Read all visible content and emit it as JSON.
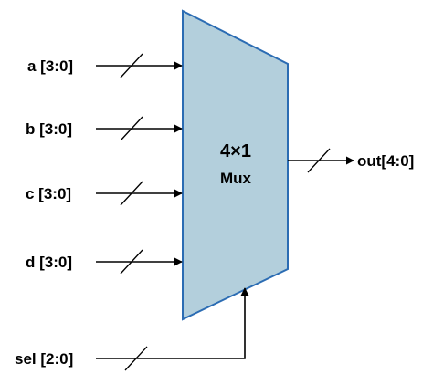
{
  "mux": {
    "line1": "4×1",
    "line2": "Mux",
    "fill": "#b3cfdc",
    "stroke": "#2b6cb3"
  },
  "inputs": {
    "a": "a [3:0]",
    "b": "b [3:0]",
    "c": "c [3:0]",
    "d": "d [3:0]"
  },
  "select": {
    "label": "sel [2:0]"
  },
  "output": {
    "label": "out[4:0]"
  }
}
